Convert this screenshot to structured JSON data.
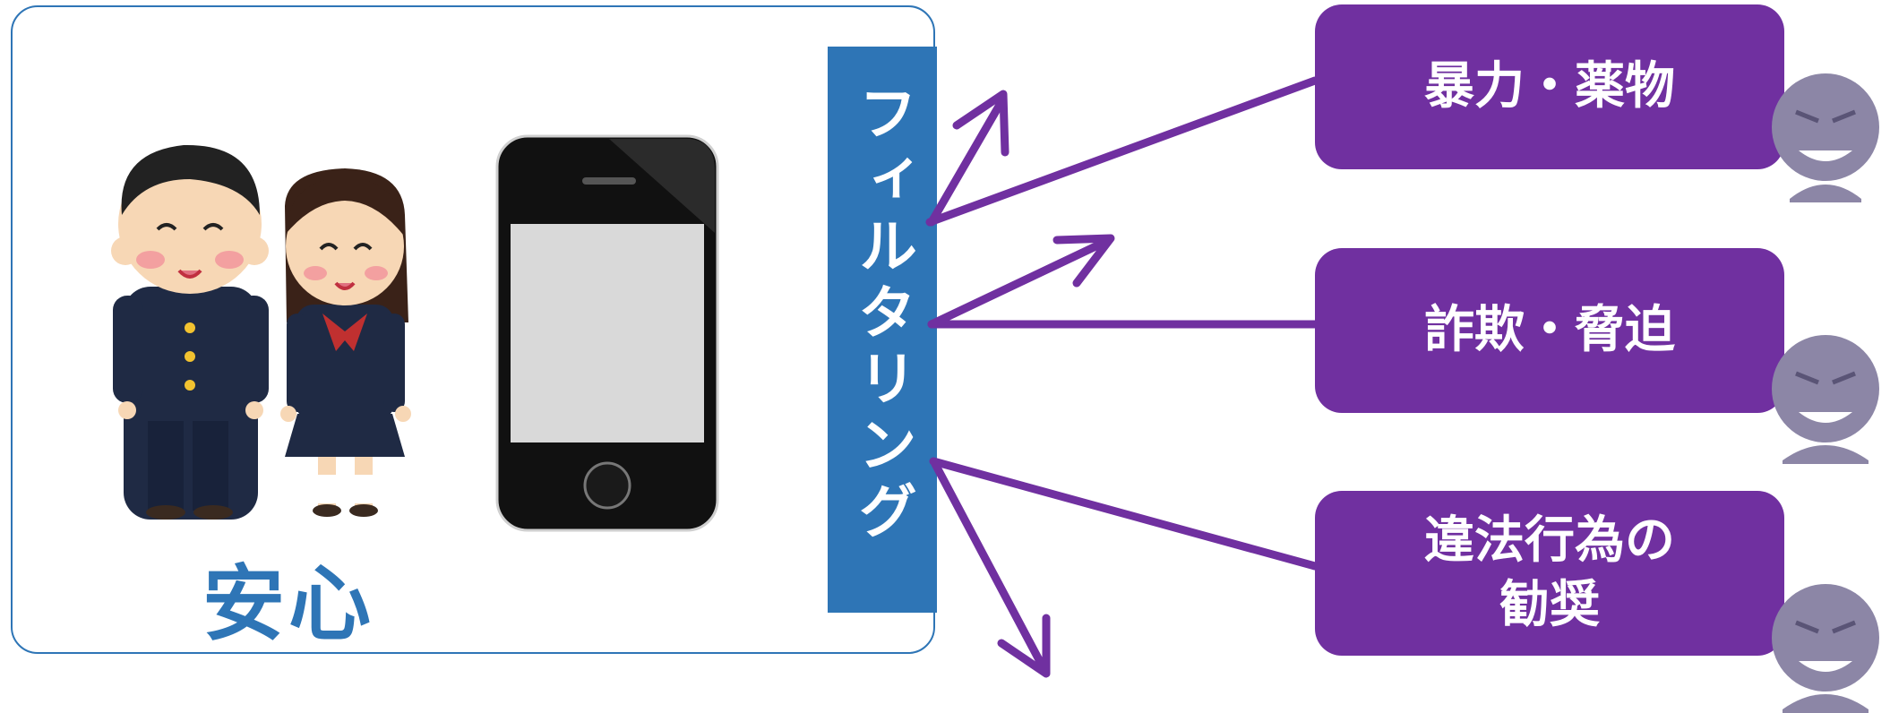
{
  "safe_area": {
    "label": "安心"
  },
  "filter": {
    "label": "フィルタリング"
  },
  "threats": [
    {
      "lines": [
        "暴力・薬物"
      ]
    },
    {
      "lines": [
        "詐欺・脅迫"
      ]
    },
    {
      "lines": [
        "違法行為の",
        "勧奨"
      ]
    }
  ],
  "colors": {
    "accent_blue": "#2e75b6",
    "threat_purple": "#7030a0",
    "bad_actor_gray": "#8c86a6"
  },
  "icons": [
    "boy-student-icon",
    "girl-student-icon",
    "smartphone-icon",
    "bad-actor-icon"
  ]
}
